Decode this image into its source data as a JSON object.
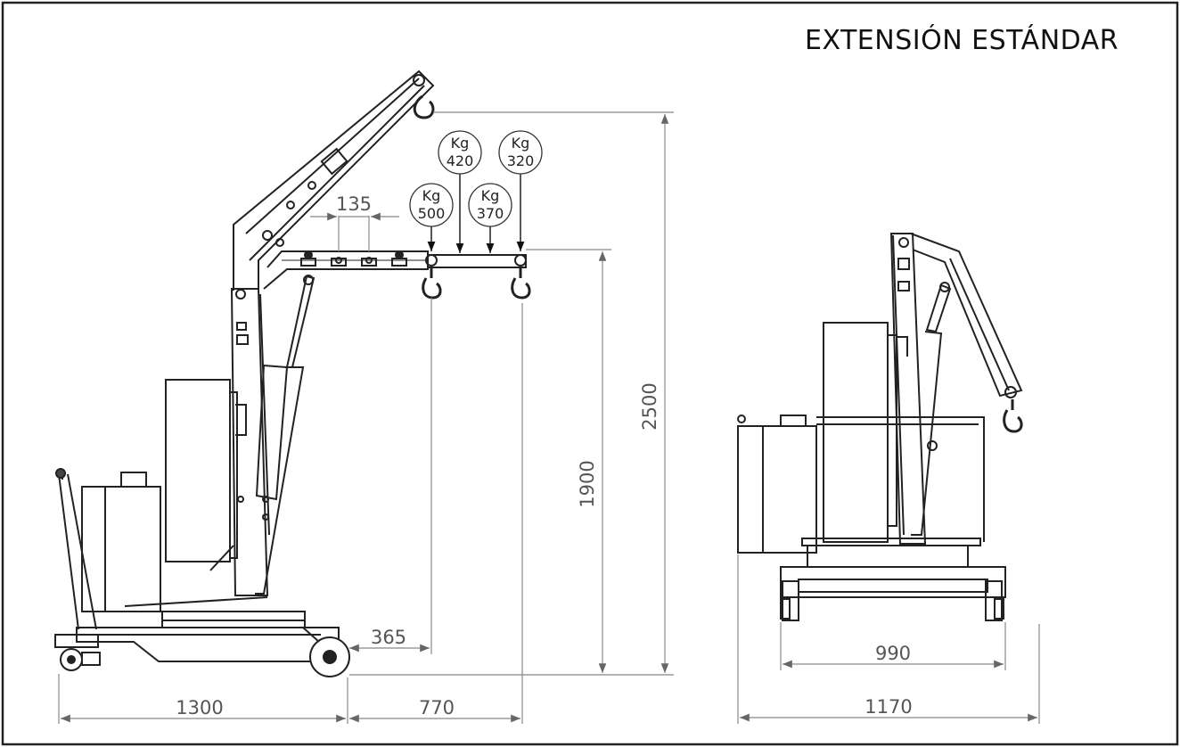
{
  "title": "EXTENSIÓN ESTÁNDAR",
  "dimensions": {
    "hook_spacing": "135",
    "height_max": "2500",
    "height_hook": "1900",
    "front_overhang": "365",
    "base_length": "1300",
    "boom_reach": "770",
    "inner_width": "990",
    "outer_width": "1170"
  },
  "load_badges": [
    {
      "unit": "Kg",
      "value": "500"
    },
    {
      "unit": "Kg",
      "value": "420"
    },
    {
      "unit": "Kg",
      "value": "370"
    },
    {
      "unit": "Kg",
      "value": "320"
    }
  ]
}
